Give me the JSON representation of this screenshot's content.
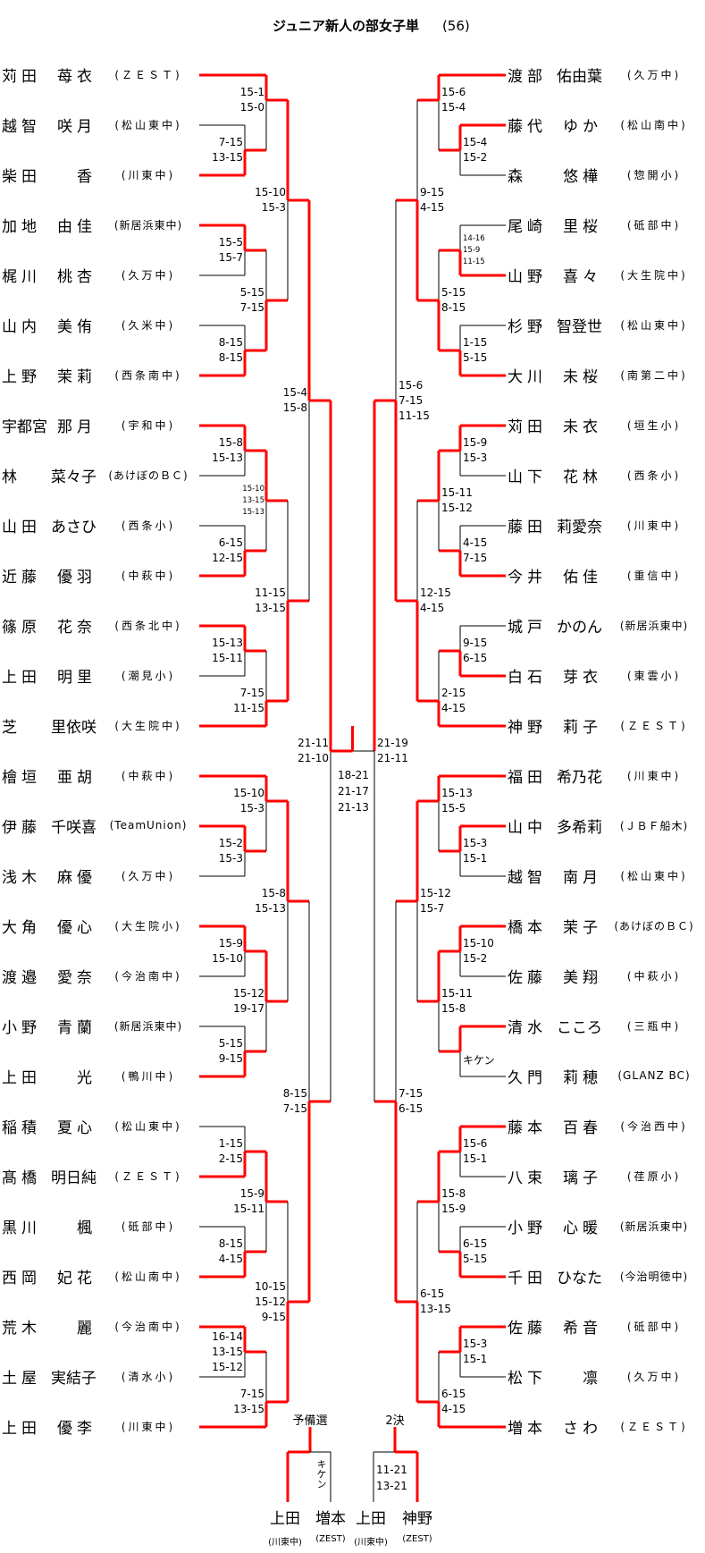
{
  "title": "ジュニア新人の部女子単",
  "count": "(56)",
  "colors": {
    "win": "#ff0000",
    "line": "#000000"
  },
  "left_players": [
    {
      "family": "苅田",
      "given": "苺衣",
      "school": "(ＺＥＳＴ)"
    },
    {
      "family": "越智",
      "given": "咲月",
      "school": "(松山東中)"
    },
    {
      "family": "柴田",
      "given": "香",
      "school": "(川東中)"
    },
    {
      "family": "加地",
      "given": "由佳",
      "school": "(新居浜東中)"
    },
    {
      "family": "梶川",
      "given": "桃杏",
      "school": "(久万中)"
    },
    {
      "family": "山内",
      "given": "美侑",
      "school": "(久米中)"
    },
    {
      "family": "上野",
      "given": "茉莉",
      "school": "(西条南中)"
    },
    {
      "family": "宇都宮",
      "given": "那月",
      "school": "(宇和中)"
    },
    {
      "family": "林",
      "given": "菜々子",
      "school": "(あけぼのＢＣ)"
    },
    {
      "family": "山田",
      "given": "あさひ",
      "school": "(西条小)"
    },
    {
      "family": "近藤",
      "given": "優羽",
      "school": "(中萩中)"
    },
    {
      "family": "篠原",
      "given": "花奈",
      "school": "(西条北中)"
    },
    {
      "family": "上田",
      "given": "明里",
      "school": "(潮見小)"
    },
    {
      "family": "芝",
      "given": "里依咲",
      "school": "(大生院中)"
    },
    {
      "family": "檜垣",
      "given": "亜胡",
      "school": "(中萩中)"
    },
    {
      "family": "伊藤",
      "given": "千咲喜",
      "school": "(TeamUnion)"
    },
    {
      "family": "浅木",
      "given": "麻優",
      "school": "(久万中)"
    },
    {
      "family": "大角",
      "given": "優心",
      "school": "(大生院小)"
    },
    {
      "family": "渡邉",
      "given": "愛奈",
      "school": "(今治南中)"
    },
    {
      "family": "小野",
      "given": "青蘭",
      "school": "(新居浜東中)"
    },
    {
      "family": "上田",
      "given": "光",
      "school": "(鴨川中)"
    },
    {
      "family": "稲積",
      "given": "夏心",
      "school": "(松山東中)"
    },
    {
      "family": "髙橋",
      "given": "明日純",
      "school": "(ＺＥＳＴ)"
    },
    {
      "family": "黒川",
      "given": "楓",
      "school": "(砥部中)"
    },
    {
      "family": "西岡",
      "given": "妃花",
      "school": "(松山南中)"
    },
    {
      "family": "荒木",
      "given": "麗",
      "school": "(今治南中)"
    },
    {
      "family": "土屋",
      "given": "実結子",
      "school": "(清水小)"
    },
    {
      "family": "上田",
      "given": "優李",
      "school": "(川東中)"
    }
  ],
  "right_players": [
    {
      "family": "渡部",
      "given": "佑由葉",
      "school": "(久万中)"
    },
    {
      "family": "藤代",
      "given": "ゆか",
      "school": "(松山南中)"
    },
    {
      "family": "森",
      "given": "悠樺",
      "school": "(惣開小)"
    },
    {
      "family": "尾崎",
      "given": "里桜",
      "school": "(砥部中)"
    },
    {
      "family": "山野",
      "given": "喜々",
      "school": "(大生院中)"
    },
    {
      "family": "杉野",
      "given": "智登世",
      "school": "(松山東中)"
    },
    {
      "family": "大川",
      "given": "未桜",
      "school": "(南第二中)"
    },
    {
      "family": "苅田",
      "given": "未衣",
      "school": "(垣生小)"
    },
    {
      "family": "山下",
      "given": "花林",
      "school": "(西条小)"
    },
    {
      "family": "藤田",
      "given": "莉愛奈",
      "school": "(川東中)"
    },
    {
      "family": "今井",
      "given": "佑佳",
      "school": "(重信中)"
    },
    {
      "family": "城戸",
      "given": "かのん",
      "school": "(新居浜東中)"
    },
    {
      "family": "白石",
      "given": "芽衣",
      "school": "(東雲小)"
    },
    {
      "family": "神野",
      "given": "莉子",
      "school": "(ＺＥＳＴ)"
    },
    {
      "family": "福田",
      "given": "希乃花",
      "school": "(川東中)"
    },
    {
      "family": "山中",
      "given": "多希莉",
      "school": "(ＪＢＦ船木)"
    },
    {
      "family": "越智",
      "given": "南月",
      "school": "(松山東中)"
    },
    {
      "family": "橋本",
      "given": "茉子",
      "school": "(あけぼのＢＣ)"
    },
    {
      "family": "佐藤",
      "given": "美翔",
      "school": "(中萩小)"
    },
    {
      "family": "清水",
      "given": "こころ",
      "school": "(三瓶中)"
    },
    {
      "family": "久門",
      "given": "莉穂",
      "school": "(GLANZ BC)"
    },
    {
      "family": "藤本",
      "given": "百春",
      "school": "(今治西中)"
    },
    {
      "family": "八束",
      "given": "璃子",
      "school": "(荏原小)"
    },
    {
      "family": "小野",
      "given": "心暖",
      "school": "(新居浜東中)"
    },
    {
      "family": "千田",
      "given": "ひなた",
      "school": "(今治明徳中)"
    },
    {
      "family": "佐藤",
      "given": "希音",
      "school": "(砥部中)"
    },
    {
      "family": "松下",
      "given": "凛",
      "school": "(久万中)"
    },
    {
      "family": "増本",
      "given": "さわ",
      "school": "(ＺＥＳＴ)"
    }
  ],
  "left_bracket": {
    "a": {
      "a": {
        "a": {
          "a": 0,
          "b": {
            "a": 1,
            "b": 2,
            "s": [
              "7-15",
              "13-15"
            ],
            "w": "b"
          },
          "s": [
            "15-1",
            "15-0"
          ],
          "w": "a"
        },
        "b": {
          "a": {
            "a": 3,
            "b": 4,
            "s": [
              "15-5",
              "15-7"
            ],
            "w": "a"
          },
          "b": {
            "a": 5,
            "b": 6,
            "s": [
              "8-15",
              "8-15"
            ],
            "w": "b"
          },
          "s": [
            "5-15",
            "7-15"
          ],
          "w": "b"
        },
        "s": [
          "15-10",
          "15-3"
        ],
        "w": "a"
      },
      "b": {
        "a": {
          "a": {
            "a": 7,
            "b": 8,
            "s": [
              "15-8",
              "15-13"
            ],
            "w": "a"
          },
          "b": {
            "a": 9,
            "b": 10,
            "s": [
              "6-15",
              "12-15"
            ],
            "w": "b"
          },
          "s": [
            "15-10",
            "13-15",
            "15-13"
          ],
          "w": "a",
          "small": true
        },
        "b": {
          "a": {
            "a": 11,
            "b": 12,
            "s": [
              "15-13",
              "15-11"
            ],
            "w": "a"
          },
          "b": 13,
          "s": [
            "7-15",
            "11-15"
          ],
          "w": "b"
        },
        "s": [
          "11-15",
          "13-15"
        ],
        "w": "b"
      },
      "s": [
        "15-4",
        "15-8"
      ],
      "w": "a"
    },
    "b": {
      "a": {
        "a": {
          "a": 14,
          "b": {
            "a": 15,
            "b": 16,
            "s": [
              "15-2",
              "15-3"
            ],
            "w": "a"
          },
          "s": [
            "15-10",
            "15-3"
          ],
          "w": "a"
        },
        "b": {
          "a": {
            "a": 17,
            "b": 18,
            "s": [
              "15-9",
              "15-10"
            ],
            "w": "a"
          },
          "b": {
            "a": 19,
            "b": 20,
            "s": [
              "5-15",
              "9-15"
            ],
            "w": "b"
          },
          "s": [
            "15-12",
            "19-17"
          ],
          "w": "a"
        },
        "s": [
          "15-8",
          "15-13"
        ],
        "w": "a"
      },
      "b": {
        "a": {
          "a": {
            "a": 21,
            "b": 22,
            "s": [
              "1-15",
              "2-15"
            ],
            "w": "b"
          },
          "b": {
            "a": 23,
            "b": 24,
            "s": [
              "8-15",
              "4-15"
            ],
            "w": "b"
          },
          "s": [
            "15-9",
            "15-11"
          ],
          "w": "a"
        },
        "b": {
          "a": {
            "a": 25,
            "b": 26,
            "s": [
              "16-14",
              "13-15",
              "15-12"
            ],
            "w": "a"
          },
          "b": 27,
          "s": [
            "7-15",
            "13-15"
          ],
          "w": "b"
        },
        "s": [
          "10-15",
          "15-12",
          "9-15"
        ],
        "w": "b"
      },
      "s": [
        "8-15",
        "7-15"
      ],
      "w": "b"
    },
    "s": [
      "21-11",
      "21-10"
    ],
    "w": "a"
  },
  "right_bracket": {
    "a": {
      "a": {
        "a": {
          "a": 0,
          "b": {
            "a": 1,
            "b": 2,
            "s": [
              "15-4",
              "15-2"
            ],
            "w": "a"
          },
          "s": [
            "15-6",
            "15-4"
          ],
          "w": "a"
        },
        "b": {
          "a": {
            "a": 3,
            "b": 4,
            "s": [
              "14-16",
              "15-9",
              "11-15"
            ],
            "w": "b",
            "small": true
          },
          "b": {
            "a": 5,
            "b": 6,
            "s": [
              "1-15",
              "5-15"
            ],
            "w": "b"
          },
          "s": [
            "5-15",
            "8-15"
          ],
          "w": "b"
        },
        "s": [
          "9-15",
          "4-15"
        ],
        "w": "b"
      },
      "b": {
        "a": {
          "a": {
            "a": 7,
            "b": 8,
            "s": [
              "15-9",
              "15-3"
            ],
            "w": "a"
          },
          "b": {
            "a": 9,
            "b": 10,
            "s": [
              "4-15",
              "7-15"
            ],
            "w": "b"
          },
          "s": [
            "15-11",
            "15-12"
          ],
          "w": "a"
        },
        "b": {
          "a": {
            "a": 11,
            "b": 12,
            "s": [
              "9-15",
              "6-15"
            ],
            "w": "b"
          },
          "b": 13,
          "s": [
            "2-15",
            "4-15"
          ],
          "w": "b"
        },
        "s": [
          "12-15",
          "4-15"
        ],
        "w": "b"
      },
      "s": [
        "15-6",
        "7-15",
        "11-15"
      ],
      "w": "b"
    },
    "b": {
      "a": {
        "a": {
          "a": 14,
          "b": {
            "a": 15,
            "b": 16,
            "s": [
              "15-3",
              "15-1"
            ],
            "w": "a"
          },
          "s": [
            "15-13",
            "15-5"
          ],
          "w": "a"
        },
        "b": {
          "a": {
            "a": 17,
            "b": 18,
            "s": [
              "15-10",
              "15-2"
            ],
            "w": "a"
          },
          "b": {
            "a": 19,
            "b": 20,
            "s": [
              "キケン"
            ],
            "w": "a"
          },
          "s": [
            "15-11",
            "15-8"
          ],
          "w": "a"
        },
        "s": [
          "15-12",
          "15-7"
        ],
        "w": "a"
      },
      "b": {
        "a": {
          "a": {
            "a": 21,
            "b": 22,
            "s": [
              "15-6",
              "15-1"
            ],
            "w": "a"
          },
          "b": {
            "a": 23,
            "b": 24,
            "s": [
              "6-15",
              "5-15"
            ],
            "w": "b"
          },
          "s": [
            "15-8",
            "15-9"
          ],
          "w": "a"
        },
        "b": {
          "a": {
            "a": 25,
            "b": 26,
            "s": [
              "15-3",
              "15-1"
            ],
            "w": "a"
          },
          "b": 27,
          "s": [
            "6-15",
            "4-15"
          ],
          "w": "b"
        },
        "s": [
          "6-15",
          "13-15"
        ],
        "w": "b"
      },
      "s": [
        "7-15",
        "6-15"
      ],
      "w": "b"
    },
    "s": [
      "21-19",
      "21-11"
    ],
    "w": "a"
  },
  "final": {
    "scores": [
      "18-21",
      "21-17",
      "21-13"
    ],
    "winner": "left"
  },
  "consolation": [
    {
      "label": "予備選",
      "players": [
        {
          "name": "上田",
          "school": "(川東中)"
        },
        {
          "name": "増本",
          "school": "(ZEST)"
        }
      ],
      "result": "キケン",
      "winner": 0
    },
    {
      "label": "2決",
      "players": [
        {
          "name": "上田",
          "school": "(川東中)"
        },
        {
          "name": "神野",
          "school": "(ZEST)"
        }
      ],
      "scores": [
        "11-21",
        "13-21"
      ],
      "winner": 1
    }
  ]
}
